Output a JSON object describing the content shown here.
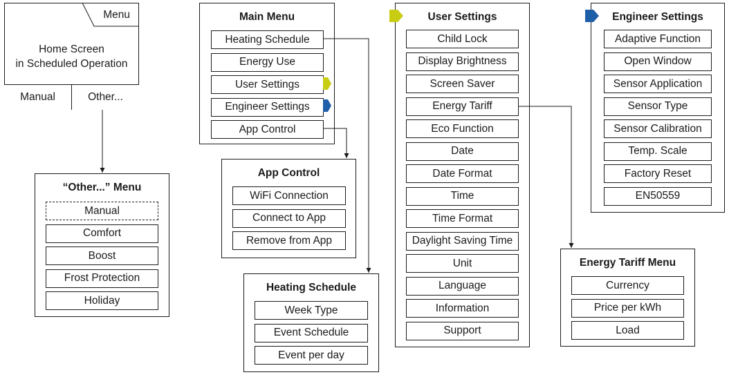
{
  "home": {
    "menu_label": "Menu",
    "line1": "Home Screen",
    "line2": "in Scheduled Operation",
    "manual_label": "Manual",
    "other_label": "Other..."
  },
  "other_menu": {
    "title": "“Other...” Menu",
    "items": [
      "Manual",
      "Comfort",
      "Boost",
      "Frost Protection",
      "Holiday"
    ]
  },
  "main_menu": {
    "title": "Main Menu",
    "items": [
      "Heating Schedule",
      "Energy Use",
      "User Settings",
      "Engineer Settings",
      "App Control"
    ]
  },
  "app_control": {
    "title": "App Control",
    "items": [
      "WiFi Connection",
      "Connect to App",
      "Remove from App"
    ]
  },
  "heating_schedule": {
    "title": "Heating Schedule",
    "items": [
      "Week Type",
      "Event Schedule",
      "Event per day"
    ]
  },
  "user_settings": {
    "title": "User Settings",
    "items": [
      "Child Lock",
      "Display Brightness",
      "Screen Saver",
      "Energy Tariff",
      "Eco Function",
      "Date",
      "Date Format",
      "Time",
      "Time Format",
      "Daylight Saving Time",
      "Unit",
      "Language",
      "Information",
      "Support"
    ]
  },
  "engineer_settings": {
    "title": "Engineer Settings",
    "items": [
      "Adaptive Function",
      "Open Window",
      "Sensor Application",
      "Sensor Type",
      "Sensor Calibration",
      "Temp. Scale",
      "Factory Reset",
      "EN50559"
    ]
  },
  "energy_tariff_menu": {
    "title": "Energy Tariff Menu",
    "items": [
      "Currency",
      "Price per kWh",
      "Load"
    ]
  },
  "colors": {
    "user_marker": "#c8cc12",
    "engineer_marker": "#1f5fa8",
    "line": "#1a1a1a"
  }
}
